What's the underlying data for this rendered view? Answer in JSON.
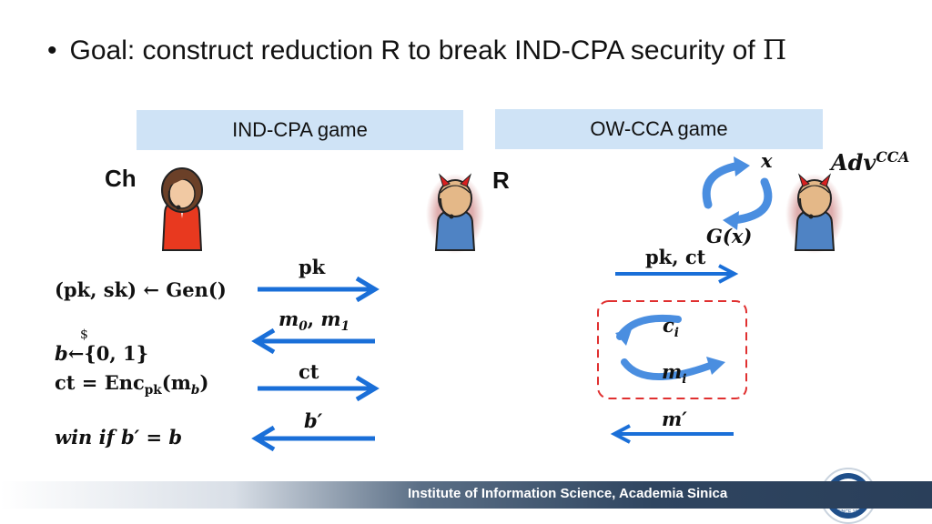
{
  "slide": {
    "bullet": "•",
    "goal_text": "Goal: construct reduction R to break IND-CPA security of ",
    "pi_symbol": "Π"
  },
  "boxes": {
    "left_title": "IND-CPA game",
    "right_title": "OW-CCA game"
  },
  "parties": {
    "ch": "Ch",
    "r": "R",
    "adv_base": "Adv",
    "adv_sup": "CCA"
  },
  "left_game": {
    "line1": "(pk, sk) ← Gen()",
    "dollar": "$",
    "b_var": "b",
    "arrow_sym": "←",
    "set": "{0, 1}",
    "ct_lhs": "ct = Enc",
    "ct_sub": "pk",
    "ct_arg_open": "(m",
    "ct_arg_sub": "b",
    "ct_arg_close": ")",
    "win": "win if b′ = b"
  },
  "left_messages": {
    "pk": "pk",
    "m_var": "m",
    "m0_sub": "0",
    "m1_sub": "1",
    "ct": "ct",
    "bprime": "b′"
  },
  "right_game": {
    "x": "x",
    "gx": "G(x)",
    "pk_ct": "pk, ct",
    "c_var": "c",
    "c_sub": "i",
    "m_var": "m",
    "m_sub": "i",
    "m_prime": "m′"
  },
  "footer": {
    "institution": "Institute of Information Science, Academia Sinica",
    "seal_year": "SINCE 1982"
  },
  "colors": {
    "arrow_blue": "#1a6fd8",
    "box_fill": "#cfe3f6",
    "dashed_red": "#e03030",
    "footer_dark": "#2f4560"
  }
}
